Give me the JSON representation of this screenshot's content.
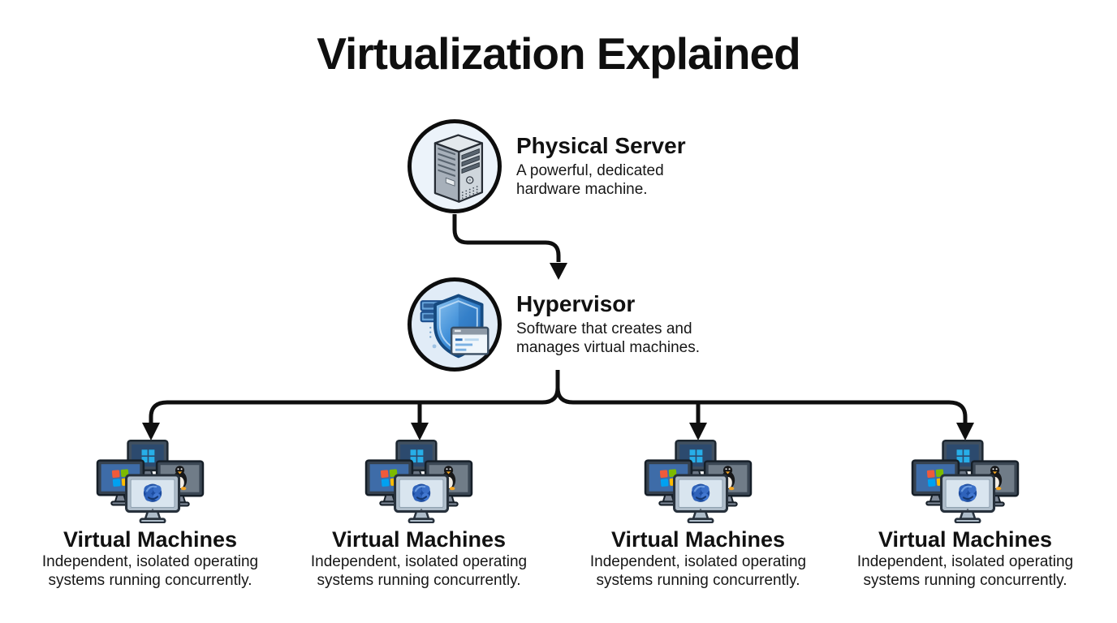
{
  "page": {
    "title": "Virtualization Explained",
    "background_color": "#ffffff",
    "line_color": "#0f0f0f"
  },
  "nodes": [
    {
      "id": "physical-server",
      "icon": "server-tower-icon",
      "title": "Physical Server",
      "desc_line1": "A powerful, dedicated",
      "desc_line2": "hardware machine."
    },
    {
      "id": "hypervisor",
      "icon": "hypervisor-shield-icon",
      "title": "Hypervisor",
      "desc_line1": "Software that creates and",
      "desc_line2": "manages virtual machines."
    }
  ],
  "vm_groups": [
    {
      "icon": "vm-monitors-icon",
      "title": "Virtual Machines",
      "desc_line1": "Independent, isolated operating",
      "desc_line2": "systems running concurrently."
    },
    {
      "icon": "vm-monitors-icon",
      "title": "Virtual Machines",
      "desc_line1": "Independent, isolated operating",
      "desc_line2": "systems running concurrently."
    },
    {
      "icon": "vm-monitors-icon",
      "title": "Virtual Machines",
      "desc_line1": "Independent, isolated operating",
      "desc_line2": "systems running concurrently."
    },
    {
      "icon": "vm-monitors-icon",
      "title": "Virtual Machines",
      "desc_line1": "Independent, isolated operating",
      "desc_line2": "systems running concurrently."
    }
  ],
  "colors": {
    "badge_bg_server": "#ecf3fa",
    "badge_bg_hypervisor": "#e1ecf7",
    "shield_blue": "#3e8ed8",
    "windows_logo_blue": "#27aee8",
    "win11_bloom_blue": "#1d4c9e",
    "tux_accent_orange": "#f5a623"
  }
}
